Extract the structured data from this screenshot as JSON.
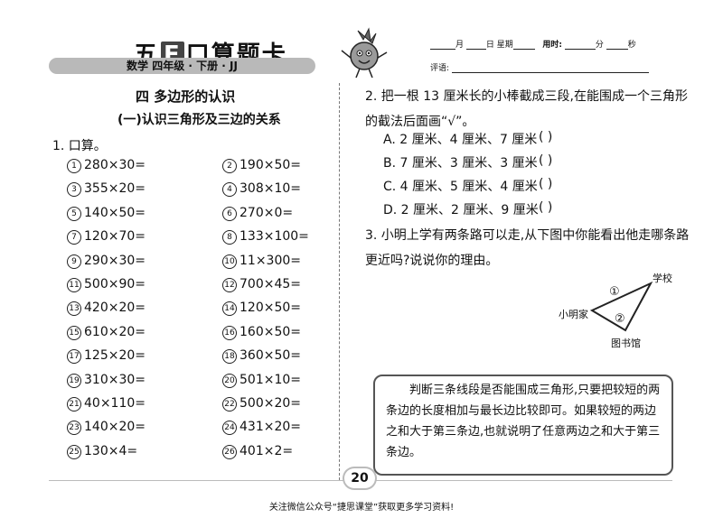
{
  "header": {
    "brand_prefix": "五",
    "brand_letter": "E",
    "brand_suffix": "口算题卡",
    "grade_bar": "数学   四年级  ·  下册  ·  JJ",
    "date_month": "月",
    "date_day": "日",
    "date_week": "星期",
    "time_label": "用时:",
    "time_min": "分",
    "time_sec": "秒",
    "rating_label": "评语:"
  },
  "section_title": "四    多边形的认识",
  "subsection_title": "(一)认识三角形及三边的关系",
  "q1": {
    "title": "1. 口算。",
    "problems": [
      {
        "n": "1",
        "text": "280×30="
      },
      {
        "n": "2",
        "text": "190×50="
      },
      {
        "n": "3",
        "text": "355×20="
      },
      {
        "n": "4",
        "text": "308×10="
      },
      {
        "n": "5",
        "text": "140×50="
      },
      {
        "n": "6",
        "text": "270×0="
      },
      {
        "n": "7",
        "text": "120×70="
      },
      {
        "n": "8",
        "text": "133×100="
      },
      {
        "n": "9",
        "text": "290×30="
      },
      {
        "n": "10",
        "text": "11×300="
      },
      {
        "n": "11",
        "text": "500×90="
      },
      {
        "n": "12",
        "text": "700×45="
      },
      {
        "n": "13",
        "text": "420×20="
      },
      {
        "n": "14",
        "text": "120×50="
      },
      {
        "n": "15",
        "text": "610×20="
      },
      {
        "n": "16",
        "text": "160×50="
      },
      {
        "n": "17",
        "text": "125×20="
      },
      {
        "n": "18",
        "text": "360×50="
      },
      {
        "n": "19",
        "text": "310×30="
      },
      {
        "n": "20",
        "text": "501×10="
      },
      {
        "n": "21",
        "text": "40×110="
      },
      {
        "n": "22",
        "text": "500×20="
      },
      {
        "n": "23",
        "text": "140×20="
      },
      {
        "n": "24",
        "text": "431×20="
      },
      {
        "n": "25",
        "text": "130×4="
      },
      {
        "n": "26",
        "text": "401×2="
      }
    ]
  },
  "q2": {
    "text": "2. 把一根 13 厘米长的小棒截成三段,在能围成一个三角形的截法后面画“√”。",
    "options": [
      {
        "text": "A. 2 厘米、4 厘米、7 厘米",
        "paren": "(        )"
      },
      {
        "text": "B. 7 厘米、3 厘米、3 厘米",
        "paren": "(        )"
      },
      {
        "text": "C. 4 厘米、5 厘米、4 厘米",
        "paren": "(        )"
      },
      {
        "text": "D. 2 厘米、2 厘米、9 厘米",
        "paren": "(        )"
      }
    ]
  },
  "q3": {
    "text": "3. 小明上学有两条路可以走,从下图中你能看出他走哪条路更近吗?说说你的理由。",
    "labels": {
      "school": "学校",
      "home": "小明家",
      "library": "图书馆",
      "route1": "①",
      "route2": "②"
    }
  },
  "tip": "判断三条线段是否能围成三角形,只要把较短的两条边的长度相加与最长边比较即可。如果较短的两边之和大于第三条边,也就说明了任意两边之和大于第三条边。",
  "page_number": "20",
  "bottom_note": "关注微信公众号“捷思课堂”获取更多学习资料!"
}
